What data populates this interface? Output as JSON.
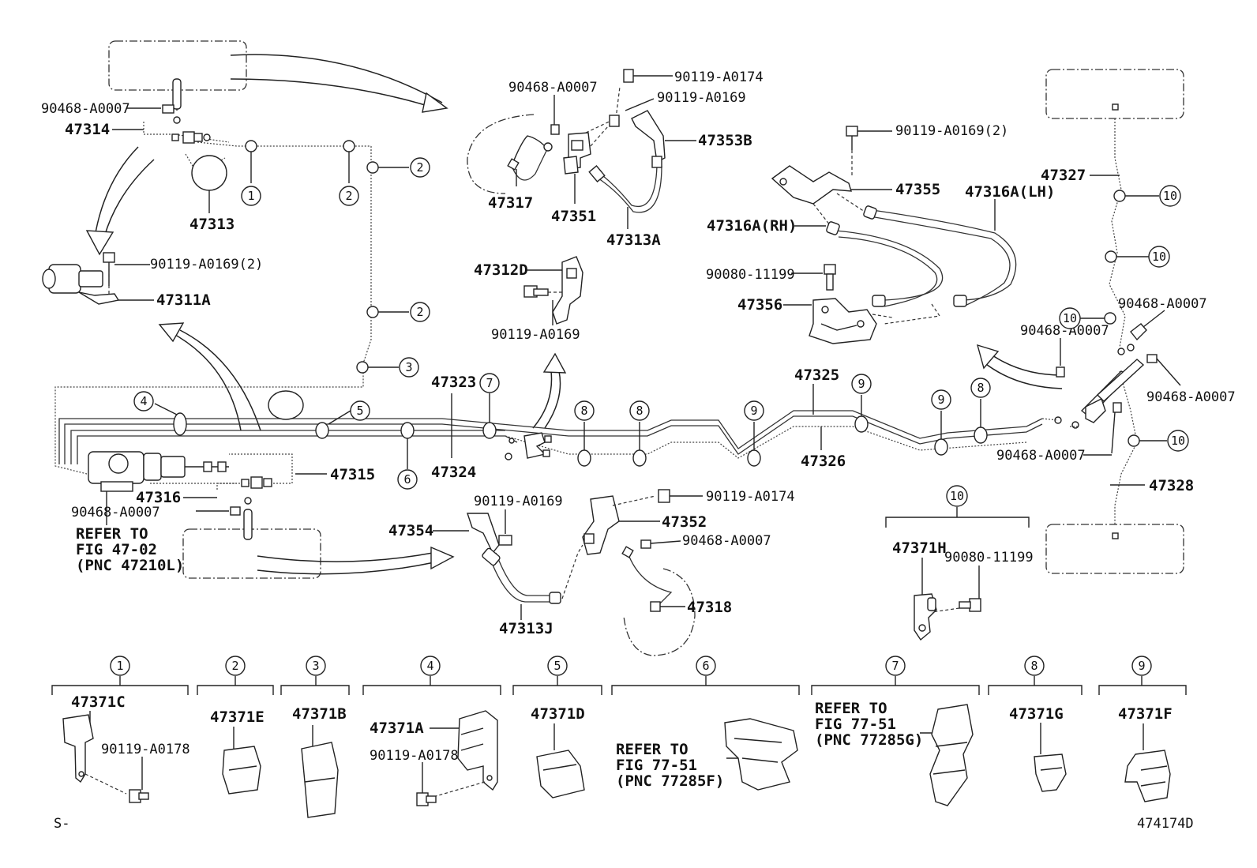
{
  "labels": {
    "p90468_a0007_tl": "90468-A0007",
    "p47314": "47314",
    "p47313": "47313",
    "p90119_a0169_2_l": "90119-A0169(2)",
    "p47311a": "47311A",
    "p47323": "47323",
    "p47324": "47324",
    "p47315": "47315",
    "p47316": "47316",
    "p90468_a0007_bl": "90468-A0007",
    "refer_fig_4702_a": "REFER TO",
    "refer_fig_4702_b": "FIG 47-02",
    "refer_fig_4702_c": "(PNC 47210L)",
    "p90468_a0007_tc": "90468-A0007",
    "p90119_a0174_t": "90119-A0174",
    "p90119_a0169_t": "90119-A0169",
    "p47353b": "47353B",
    "p47317": "47317",
    "p47351": "47351",
    "p47313a": "47313A",
    "p47312d": "47312D",
    "p90119_a0169_m": "90119-A0169",
    "p90119_a0169_2_r": "90119-A0169(2)",
    "p47355": "47355",
    "p47316a_lh": "47316A(LH)",
    "p47316a_rh": "47316A(RH)",
    "p90080_11199_t": "90080-11199",
    "p47356": "47356",
    "p47327": "47327",
    "p90468_a0007_r1": "90468-A0007",
    "p90468_a0007_r2": "90468-A0007",
    "p90468_a0007_r3": "90468-A0007",
    "p90468_a0007_r4": "90468-A0007",
    "p47325": "47325",
    "p47326": "47326",
    "p47328": "47328",
    "p90119_a0169_b": "90119-A0169",
    "p47354": "47354",
    "p90119_a0174_b": "90119-A0174",
    "p47352": "47352",
    "p90468_a0007_b": "90468-A0007",
    "p47318": "47318",
    "p47313j": "47313J",
    "p47371h": "47371H",
    "p90080_11199_b": "90080-11199",
    "p47371c": "47371C",
    "p90119_a0178_1": "90119-A0178",
    "p47371e": "47371E",
    "p47371b": "47371B",
    "p47371a": "47371A",
    "p90119_a0178_4": "90119-A0178",
    "p47371d": "47371D",
    "refer_7751_a1": "REFER TO",
    "refer_7751_a2": "FIG 77-51",
    "refer_7751_a3": "(PNC 77285F)",
    "refer_7751_b1": "REFER TO",
    "refer_7751_b2": "FIG 77-51",
    "refer_7751_b3": "(PNC 77285G)",
    "p47371g": "47371G",
    "p47371f": "47371F",
    "footer_left": "S-",
    "footer_right": "474174D"
  },
  "callouts": {
    "c1": "1",
    "c2": "2",
    "c3": "3",
    "c4": "4",
    "c5": "5",
    "c6": "6",
    "c7": "7",
    "c8": "8",
    "c9": "9",
    "c10": "10"
  }
}
